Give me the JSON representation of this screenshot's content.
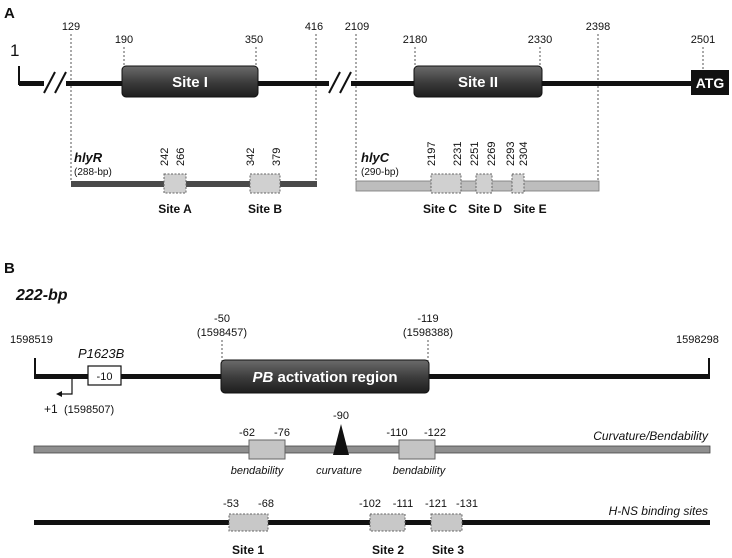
{
  "panel_a": {
    "label": "A",
    "start": "1",
    "top_numbers": [
      "129",
      "190",
      "350",
      "416",
      "2109",
      "2180",
      "2330",
      "2398",
      "2501"
    ],
    "site_i": "Site I",
    "site_ii": "Site II",
    "atg": "ATG",
    "hlyr": {
      "name": "hlyR",
      "size": "(288-bp)",
      "nums": [
        "242",
        "266",
        "342",
        "379"
      ],
      "sites": [
        "Site A",
        "Site B"
      ]
    },
    "hlyc": {
      "name": "hlyC",
      "size": "(290-bp)",
      "nums": [
        "2197",
        "2231",
        "2251",
        "2269",
        "2293",
        "2304"
      ],
      "sites": [
        "Site C",
        "Site D",
        "Site E"
      ]
    }
  },
  "panel_b": {
    "label": "B",
    "title": "222-bp",
    "left_coord": "1598519",
    "right_coord": "1598298",
    "m50": "-50",
    "m50_abs": "(1598457)",
    "m119": "-119",
    "m119_abs": "(1598388)",
    "promoter": "P1623B",
    "box10": "-10",
    "tss": "+1",
    "tss_abs": "(1598507)",
    "activation_pre": "PB",
    "activation_post": " activation region",
    "curv": {
      "nums": [
        "-62",
        "-76",
        "-90",
        "-110",
        "-122"
      ],
      "labels": [
        "bendability",
        "curvature",
        "bendability"
      ],
      "track_label": "Curvature/Bendability"
    },
    "hns": {
      "nums": [
        "-53",
        "-68",
        "-102",
        "-111",
        "-121",
        "-131"
      ],
      "sites": [
        "Site 1",
        "Site 2",
        "Site 3"
      ],
      "track_label": "H-NS binding sites"
    }
  }
}
